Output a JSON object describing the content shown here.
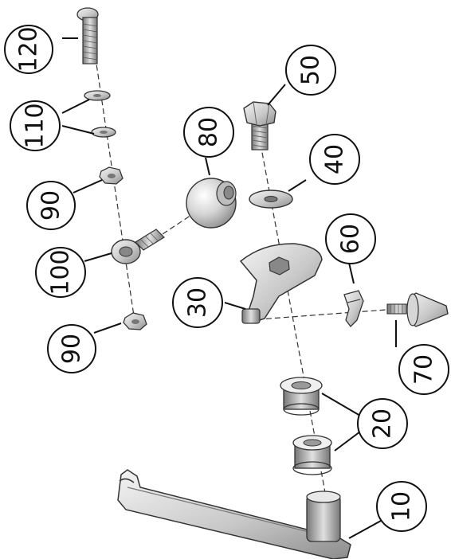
{
  "callouts": {
    "c10": "10",
    "c20": "20",
    "c30": "30",
    "c40": "40",
    "c50": "50",
    "c60": "60",
    "c70": "70",
    "c80": "80",
    "c90a": "90",
    "c90b": "90",
    "c100": "100",
    "c110": "110",
    "c120": "120"
  },
  "colors": {
    "metal_light": "#e6e6e6",
    "metal_mid": "#bdbdbd",
    "metal_dark": "#7a7a7a",
    "line": "#111111"
  }
}
